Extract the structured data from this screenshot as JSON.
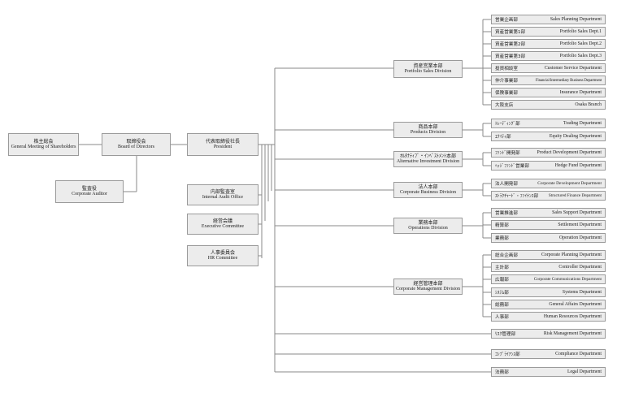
{
  "top": {
    "shareholders": {
      "jp": "株主総会",
      "en": "General Meeting of Shareholders"
    },
    "board": {
      "jp": "取締役会",
      "en": "Board of Directors"
    },
    "president": {
      "jp": "代表取締役社長",
      "en": "President"
    },
    "auditor": {
      "jp": "監査役",
      "en": "Corporate Auditor"
    },
    "audit_office": {
      "jp": "内部監査室",
      "en": "Internal Audit Office"
    },
    "executive": {
      "jp": "経営会議",
      "en": "Executive Committee"
    },
    "hr_committee": {
      "jp": "人事委員会",
      "en": "HR Committee"
    }
  },
  "divisions": [
    {
      "jp": "資産営業本部",
      "en": "Portfolio Sales Division",
      "departments": [
        {
          "jp": "営業企画部",
          "en": "Sales Planning Department"
        },
        {
          "jp": "資産営業第1部",
          "en": "Portfolio Sales Dept.1"
        },
        {
          "jp": "資産営業第2部",
          "en": "Portfolio Sales Dept.2"
        },
        {
          "jp": "資産営業第3部",
          "en": "Portfolio Sales Dept.3"
        },
        {
          "jp": "投資相談室",
          "en": "Customer Service Department"
        },
        {
          "jp": "仲介事業部",
          "en": "Financial Intermediary Business Department"
        },
        {
          "jp": "保険事業部",
          "en": "Insurance Department"
        },
        {
          "jp": "大阪支店",
          "en": "Osaka Branch"
        }
      ]
    },
    {
      "jp": "商品本部",
      "en": "Products Division",
      "departments": [
        {
          "jp": "ﾄﾚｰﾃﾞｨﾝｸﾞ部",
          "en": "Trading Department"
        },
        {
          "jp": "ｴｸｲﾃｨ部",
          "en": "Equity Dealing Department"
        }
      ]
    },
    {
      "jp": "ｵﾙﾀﾅﾃｨﾌﾞ・ｲﾝﾍﾞｽﾄﾒﾝﾄ本部",
      "en": "Alternative Investment Division",
      "departments": [
        {
          "jp": "ﾌｧﾝﾄﾞ開発部",
          "en": "Product Development Department"
        },
        {
          "jp": "ﾍｯｼﾞﾌｧﾝﾄﾞ営業部",
          "en": "Hedge Fund Department"
        }
      ]
    },
    {
      "jp": "法人本部",
      "en": "Corporate Business Division",
      "departments": [
        {
          "jp": "法人開発部",
          "en": "Corporate Development Department"
        },
        {
          "jp": "ｽﾄﾗｸﾁｬｰﾄﾞ・ﾌｧｲﾅﾝｽ部",
          "en": "Structured Finance Department"
        }
      ]
    },
    {
      "jp": "業務本部",
      "en": "Operations Division",
      "departments": [
        {
          "jp": "営業推進部",
          "en": "Sales Support Department"
        },
        {
          "jp": "精算部",
          "en": "Settlement Department"
        },
        {
          "jp": "業務部",
          "en": "Operation Department"
        }
      ]
    },
    {
      "jp": "経営管理本部",
      "en": "Corporate Management Division",
      "departments": [
        {
          "jp": "総合企画部",
          "en": "Corporate Planning Department"
        },
        {
          "jp": "主計部",
          "en": "Controller Department"
        },
        {
          "jp": "広報部",
          "en": "Corporate Communications Department"
        },
        {
          "jp": "ｼｽﾃﾑ部",
          "en": "Systems Department"
        },
        {
          "jp": "総務部",
          "en": "General Affairs Department"
        },
        {
          "jp": "人事部",
          "en": "Human Resources Department"
        }
      ]
    }
  ],
  "direct_departments": [
    {
      "jp": "ﾘｽｸ管理部",
      "en": "Risk Management Department"
    },
    {
      "jp": "ｺﾝﾌﾟﾗｲｱﾝｽ部",
      "en": "Compliance Department"
    },
    {
      "jp": "法務部",
      "en": "Legal Department"
    }
  ]
}
